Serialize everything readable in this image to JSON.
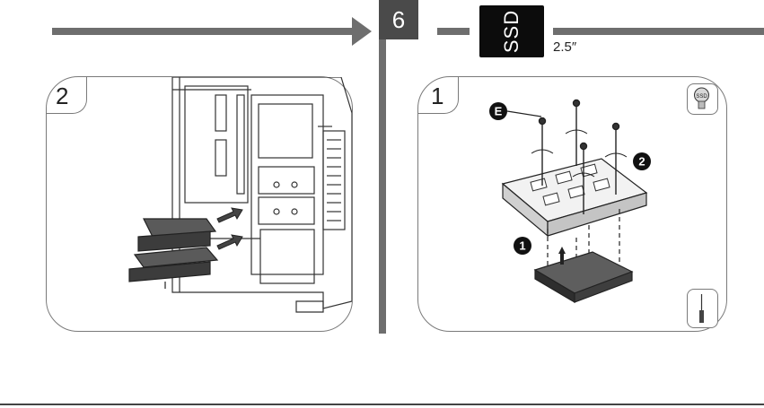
{
  "step": {
    "number": "6"
  },
  "badge": {
    "label": "SSD",
    "size": "2.5″"
  },
  "panels": {
    "left": {
      "number": "2"
    },
    "right": {
      "number": "1"
    }
  },
  "callouts": {
    "screw": "E",
    "step_a": "1",
    "step_b": "2"
  },
  "icons": {
    "screw_icon_text": "SSD",
    "arrow": "arrow-right-icon",
    "screwdriver": "screwdriver-icon"
  },
  "colors": {
    "bar": "#6e6e6e",
    "badge": "#0c0c0c"
  }
}
